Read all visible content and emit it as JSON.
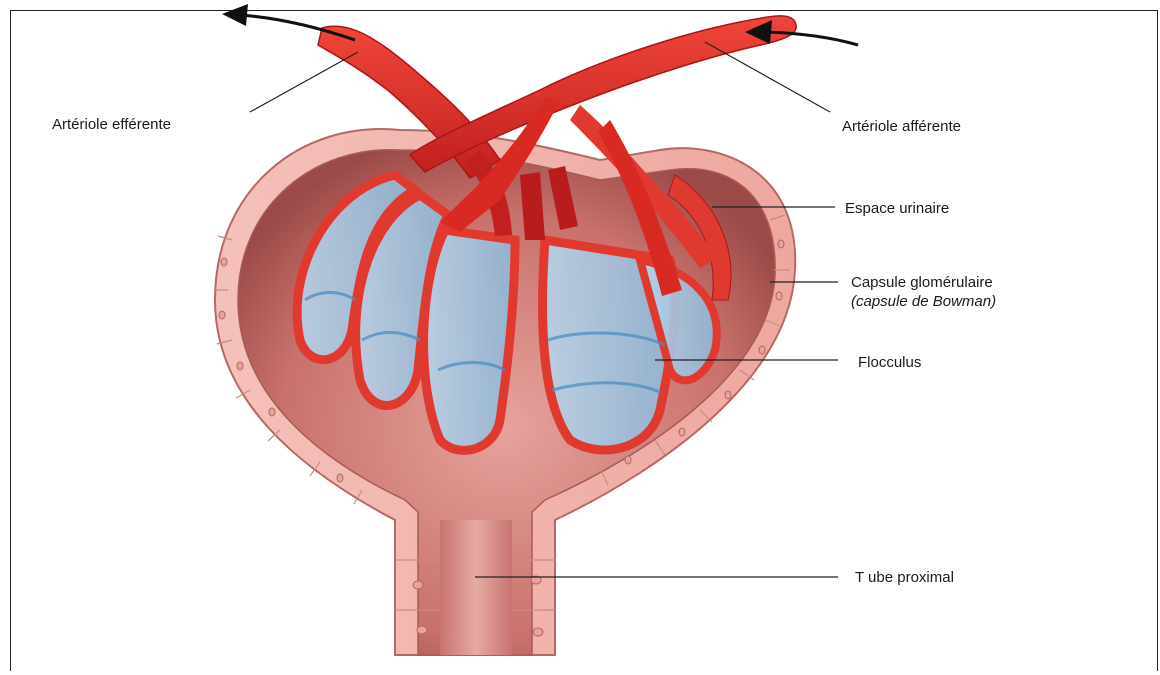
{
  "labels": {
    "efferent": "Artériole efférente",
    "afferent": "Artériole afférente",
    "urinary_space": "Espace urinaire",
    "capsule": "Capsule glomérulaire",
    "capsule_alt": "(capsule de Bowman)",
    "flocculus": "Flocculus",
    "proximal_tube": "T ube proximal"
  },
  "colors": {
    "artery": "#e0322a",
    "artery_dark": "#a8161a",
    "capsule_wall": "#f2b3ac",
    "capsule_inner": "#d98a84",
    "capillary_blue": "#9fc4de",
    "arrow": "#111111"
  }
}
